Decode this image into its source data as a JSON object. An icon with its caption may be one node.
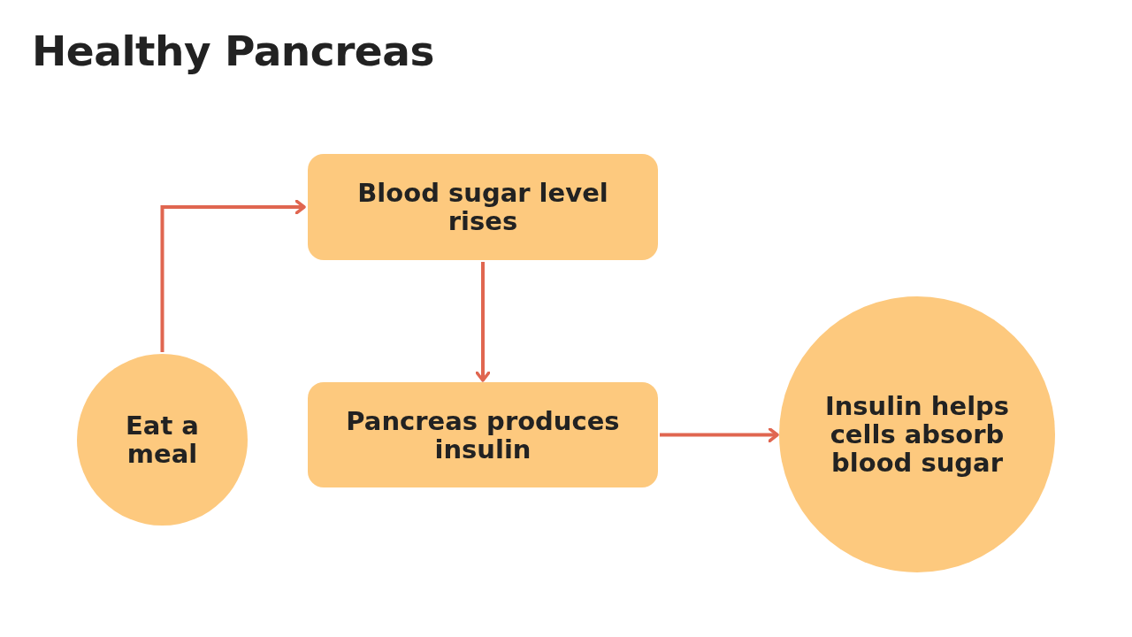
{
  "diagram": {
    "title": "Healthy Pancreas",
    "nodes": [
      {
        "text": [
          "Eat a meal"
        ]
      },
      {
        "text": [
          "Blood sugar level rises"
        ]
      },
      {
        "text": [
          "Pancreas produces insulin"
        ]
      },
      {
        "text": [
          "Insulin helps cells absorb blood sugar"
        ]
      }
    ],
    "edges": [
      {
        "from": 0,
        "to": 1,
        "arrow": "to"
      },
      {
        "from": 1,
        "to": 2,
        "arrow": "to"
      },
      {
        "from": 2,
        "to": 3,
        "arrow": "to"
      }
    ]
  }
}
